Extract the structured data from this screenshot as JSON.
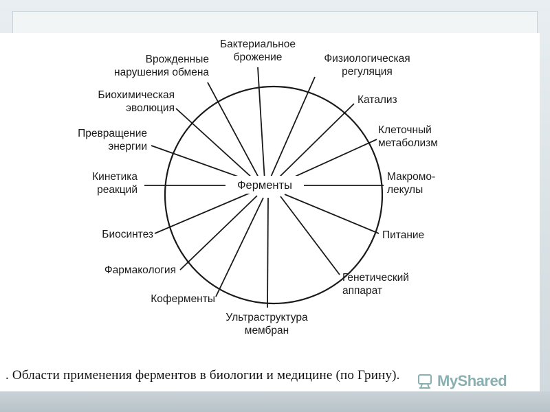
{
  "diagram": {
    "center_label": "Ферменты",
    "spokes": [
      {
        "id": "bacterial",
        "lines": [
          "Бактериальное",
          "брожение"
        ]
      },
      {
        "id": "physio",
        "lines": [
          "Физиологическая",
          "регуляция"
        ]
      },
      {
        "id": "catalysis",
        "lines": [
          "Катализ"
        ]
      },
      {
        "id": "metabolism",
        "lines": [
          "Клеточный",
          "метаболизм"
        ]
      },
      {
        "id": "macromolecules",
        "lines": [
          "Макромо-",
          "лекулы"
        ]
      },
      {
        "id": "nutrition",
        "lines": [
          "Питание"
        ]
      },
      {
        "id": "genetic",
        "lines": [
          "Генетический",
          "аппарат"
        ]
      },
      {
        "id": "ultrastructure",
        "lines": [
          "Ультраструктура",
          "мембран"
        ]
      },
      {
        "id": "coenzymes",
        "lines": [
          "Коферменты"
        ]
      },
      {
        "id": "pharmacology",
        "lines": [
          "Фармакология"
        ]
      },
      {
        "id": "biosynthesis",
        "lines": [
          "Биосинтез"
        ]
      },
      {
        "id": "kinetics",
        "lines": [
          "Кинетика",
          "реакций"
        ]
      },
      {
        "id": "energy",
        "lines": [
          "Превращение",
          "энергии"
        ]
      },
      {
        "id": "evolution",
        "lines": [
          "Биохимическая",
          "эволюция"
        ]
      },
      {
        "id": "metabolic_disorders",
        "lines": [
          "Врожденные",
          "нарушения обмена"
        ]
      }
    ]
  },
  "caption": ". Области применения ферментов в биологии и медицине (по Грину).",
  "watermark": {
    "text": "MyShared",
    "icon": "myshared-logo-icon"
  }
}
